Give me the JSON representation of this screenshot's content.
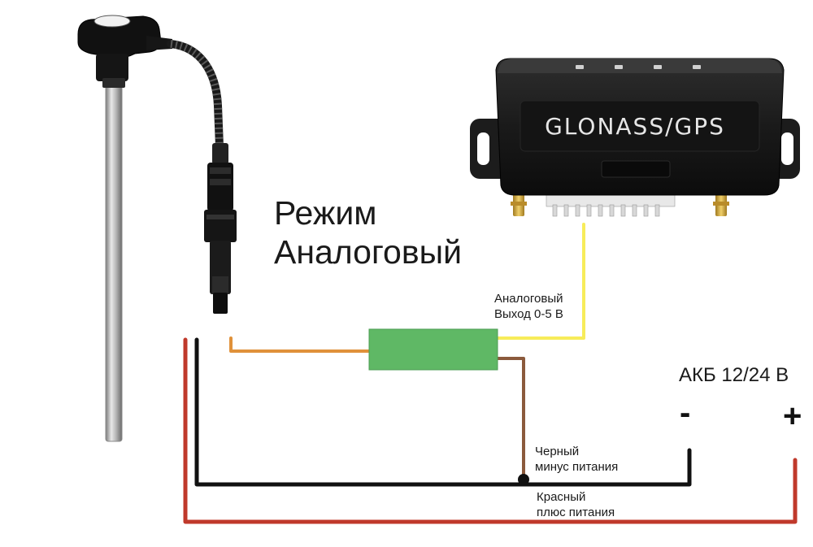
{
  "mode_title": {
    "line1": "Режим",
    "line2": "Аналоговый"
  },
  "tracker": {
    "label": "GLONASS/GPS"
  },
  "labels": {
    "analog_output_line1": "Аналоговый",
    "analog_output_line2": "Выход 0-5 В",
    "black_wire_line1": "Черный",
    "black_wire_line2": "минус питания",
    "red_wire_line1": "Красный",
    "red_wire_line2": "плюс питания"
  },
  "battery": {
    "label": "АКБ 12/24 В",
    "minus": "-",
    "plus": "+"
  },
  "colors": {
    "black_wire": "#111111",
    "red_wire": "#c0392b",
    "orange_wire": "#e0913a",
    "yellow_wire": "#f7ec5a",
    "brown_wire": "#8b5a3c",
    "converter_box": "#5fb865",
    "device_body": "#1c1c1c"
  }
}
